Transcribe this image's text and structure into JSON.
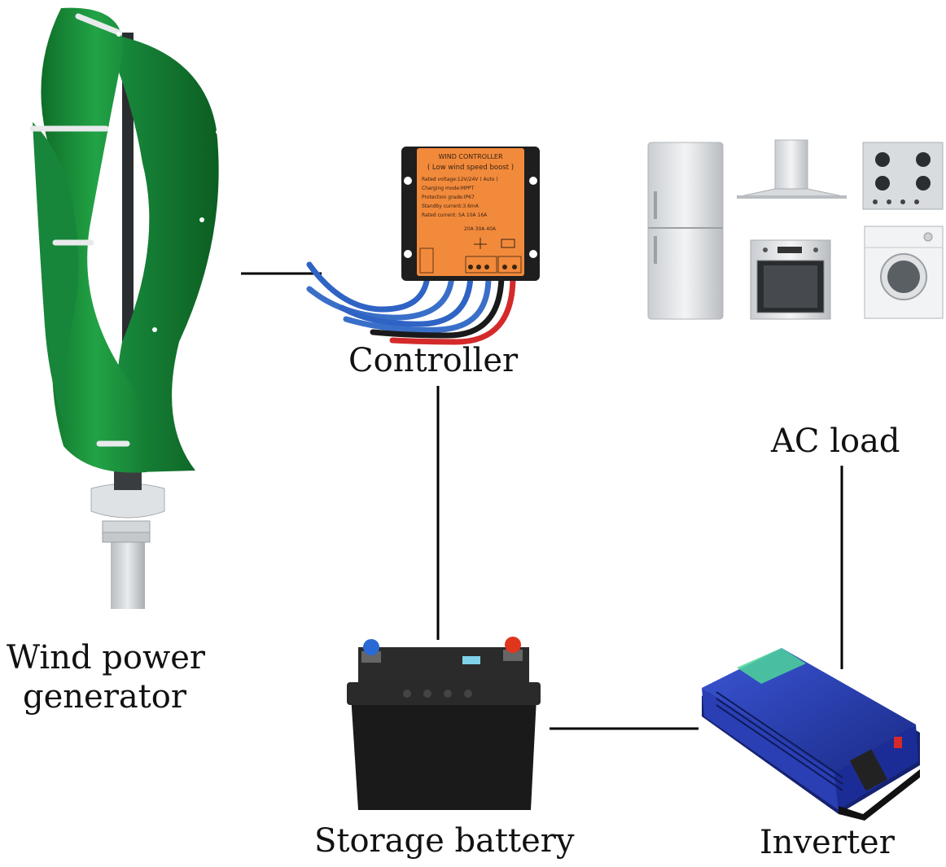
{
  "labels": {
    "wind_line1": "Wind power",
    "wind_line2": "generator",
    "controller": "Controller",
    "ac_load": "AC load",
    "storage_battery": "Storage battery",
    "inverter": "Inverter"
  },
  "controller_panel": {
    "title": "WIND CONTROLLER",
    "subtitle": "( Low wind speed boost )",
    "lines": [
      "Rated voltage:12V/24V ( Auto )",
      "Charging mode:MPPT",
      "Protection grade:IP67",
      "Standby current:3.6mA",
      "Rated current: 5A  10A  16A"
    ],
    "currents_row2": "20A  30A  40A"
  },
  "colors": {
    "turbine_green": "#1f9a3e",
    "controller_orange": "#f28a3c",
    "inverter_blue": "#2237a8",
    "battery_black": "#1a1a1a",
    "wire_blue": "#3a6fc9",
    "wire_red": "#d42a2a",
    "connector_line": "#000000"
  }
}
